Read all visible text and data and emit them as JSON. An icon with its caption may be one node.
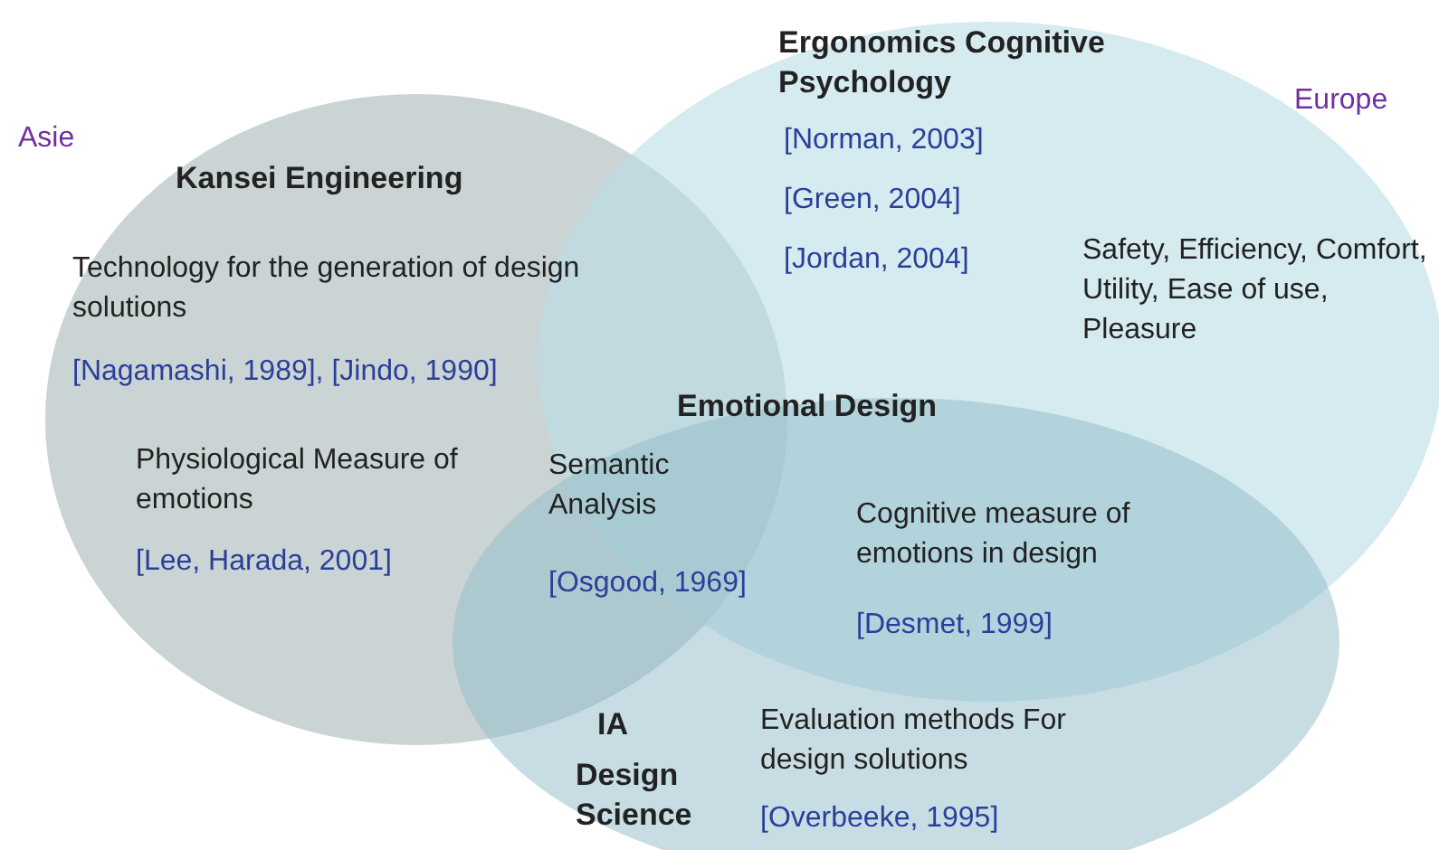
{
  "diagram": {
    "nodes": [
      {
        "text": [
          "Kansei Engineering",
          "Technology for the generation of design solutions",
          "[Nagamashi, 1989], [Jindo, 1990]"
        ],
        "beside": [
          "Asie"
        ]
      },
      {
        "text": [
          "Ergonomics Cognitive Psychology",
          "[Norman, 2003]",
          "[Green, 2004]",
          "[Jordan, 2004]",
          "Safety, Efficiency, Comfort, Utility, Ease of use, Pleasure"
        ],
        "beside": [
          "Europe"
        ]
      },
      {
        "text": [
          "Emotional Design",
          "IA",
          "Design Science",
          "Evaluation methods For design solutions",
          "[Overbeeke, 1995]"
        ]
      }
    ],
    "edges": [],
    "labels": [
      "Physiological Measure of emotions",
      "[Lee, Harada, 2001]",
      "Semantic Analysis",
      "[Osgood, 1969]",
      "Cognitive measure of emotions in design",
      "[Desmet, 1999]"
    ]
  }
}
